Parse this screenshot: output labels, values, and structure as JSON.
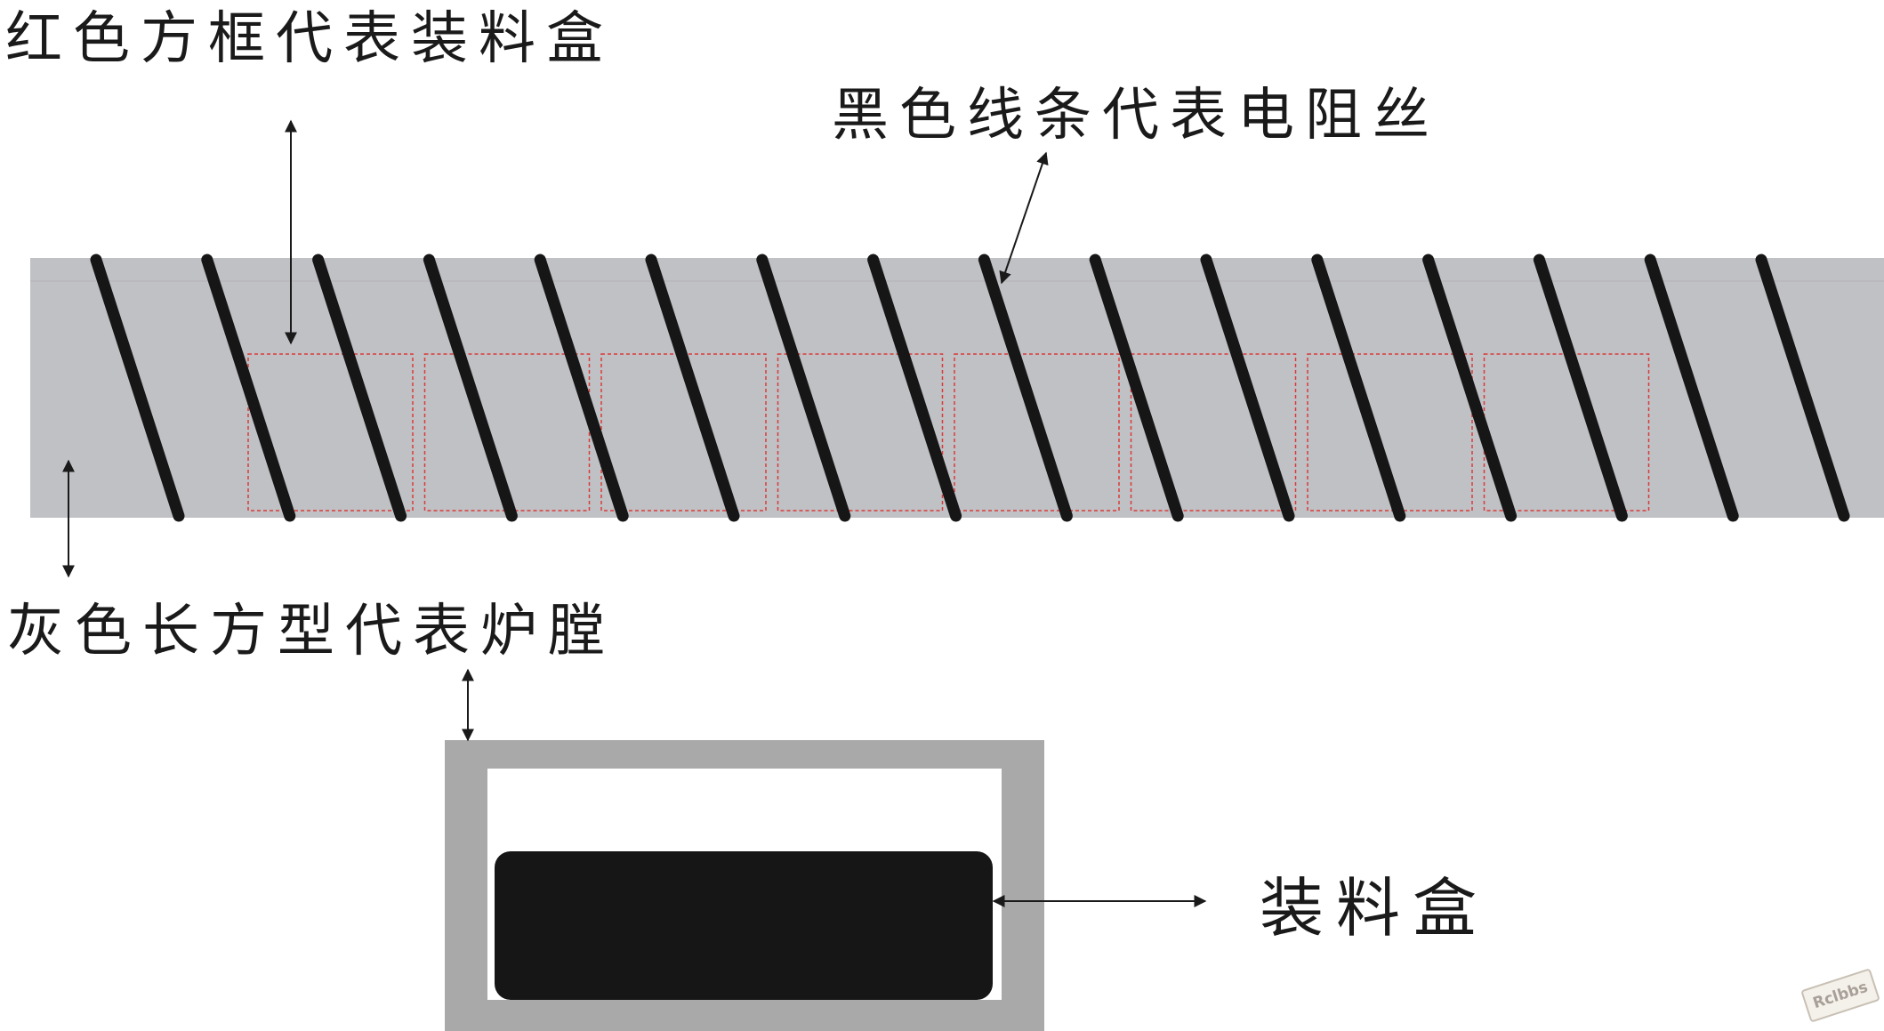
{
  "labels": {
    "loading_box_caption": "红色方框代表装料盒",
    "resistance_wire_caption": "黑色线条代表电阻丝",
    "furnace_caption": "灰色长方型代表炉膛",
    "loading_box_side": "装料盒"
  },
  "watermark": "Rclbbs",
  "colors": {
    "furnace_gray": "#c0c1c5",
    "furnace_wall_gray": "#a9a9a9",
    "wire_black": "#161616",
    "box_red": "#d93a3a",
    "box_fill_black": "#161616",
    "arrow_black": "#1a1a1a"
  },
  "counts": {
    "resistance_wire_stripes": 16,
    "loading_boxes": 8
  }
}
